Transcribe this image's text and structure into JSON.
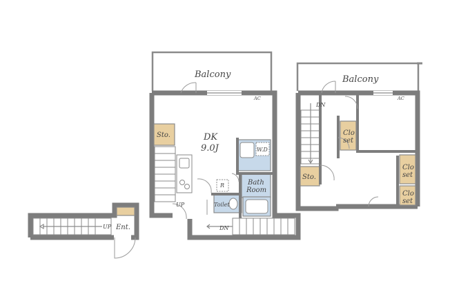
{
  "labels": {
    "balcony_left": "Balcony",
    "balcony_right": "Balcony",
    "dk_name": "DK",
    "dk_size": "9.0J",
    "sto_left": "Sto.",
    "sto_right": "Sto.",
    "wd": "W.D",
    "r": "R",
    "bath1": "Bath",
    "bath2": "Room",
    "toilet": "Toilet",
    "up_center": "UP",
    "dn_center": "DN",
    "up_ent": "UP",
    "ent": "Ent.",
    "dn_upper": "DN",
    "closet_a1": "Clo",
    "closet_a2": "set",
    "closet_b1": "Clo",
    "closet_b2": "set",
    "closet_c1": "Clo",
    "closet_c2": "set",
    "ac_left": "AC",
    "ac_right": "AC"
  },
  "colors": {
    "wall": "#8a8a8a",
    "storage": "#e8cfa0",
    "wet_area": "#c7d9ea"
  }
}
